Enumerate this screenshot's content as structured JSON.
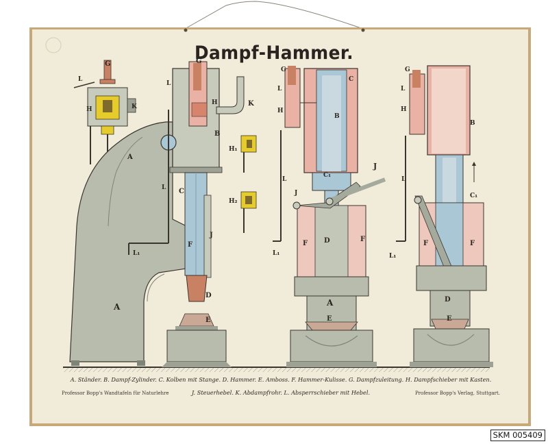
{
  "poster": {
    "title": "Dampf-Hammer.",
    "legend_line1": "A. Ständer. B. Dampf-Zylinder. C. Kolben mit Stange. D. Hammer. E. Amboss. F. Hammer-Kulisse. G. Dampfzuleitung. H. Dampfschieber mit Kasten.",
    "legend_line2": "J. Steuerhebel. K. Abdampfrohr. L. Absperrschieber mit Hebel.",
    "credit_left": "Professor Bopp's Wandtafeln für Naturlehre",
    "credit_right": "Professor Bopp's Verlag, Stuttgart.",
    "catalog_number": "SKM 005409"
  },
  "labels": {
    "A": "A",
    "B": "B",
    "C": "C",
    "C1": "C₁",
    "D": "D",
    "E": "E",
    "F": "F",
    "G": "G",
    "H": "H",
    "H1": "H₁",
    "H2": "H₂",
    "J": "J",
    "K": "K",
    "L": "L",
    "L1": "L₁"
  },
  "colors": {
    "board": "#f1ebda",
    "board_edge": "#c7a878",
    "frame_gray": "#b8bcad",
    "frame_dark": "#7f8478",
    "steam_pink": "#e9b2a5",
    "copper": "#c98163",
    "steel_blue": "#a9c7d4",
    "valve_yellow": "#e6cc2a",
    "line_dark": "#3a342e"
  }
}
